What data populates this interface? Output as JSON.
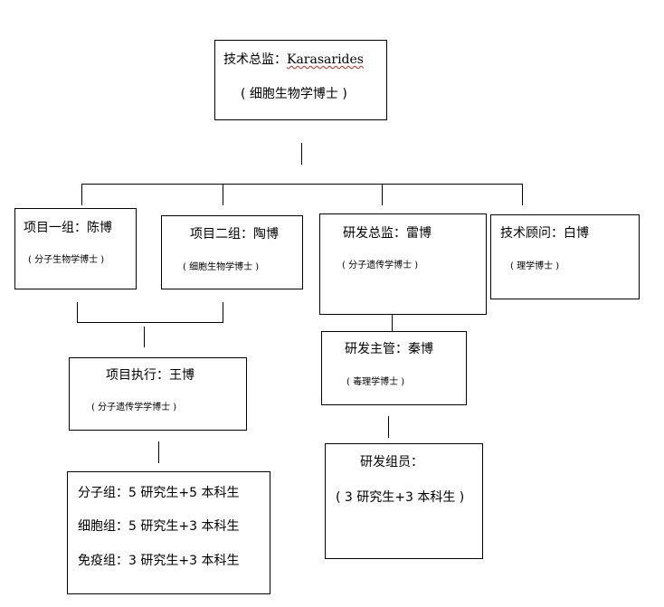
{
  "director": {
    "title_prefix": "技术总监：",
    "title_name": "Karasarides",
    "degree": "( 细胞生物学博士 )"
  },
  "group1": {
    "title": "项目一组：陈博",
    "degree": "( 分子生物学博士 )"
  },
  "group2": {
    "title": "项目二组：陶博",
    "degree": "( 细胞生物学博士 )"
  },
  "rd_director": {
    "title": "研发总监：雷博",
    "degree": "( 分子遗传学博士 )"
  },
  "advisor": {
    "title": "技术顾问：白博",
    "degree": "( 理学博士 )"
  },
  "executive": {
    "title": "项目执行：王博",
    "degree": "( 分子遗传学学博士 )"
  },
  "rd_manager": {
    "title": "研发主管：秦博",
    "degree": "( 毒理学博士 )"
  },
  "teams": [
    "分子组：5 研究生+5 本科生",
    "细胞组：5 研究生+3 本科生",
    "免疫组：3 研究生+3 本科生"
  ],
  "rd_members": {
    "title": "研发组员：",
    "detail": "( 3 研究生+3 本科生 )"
  }
}
